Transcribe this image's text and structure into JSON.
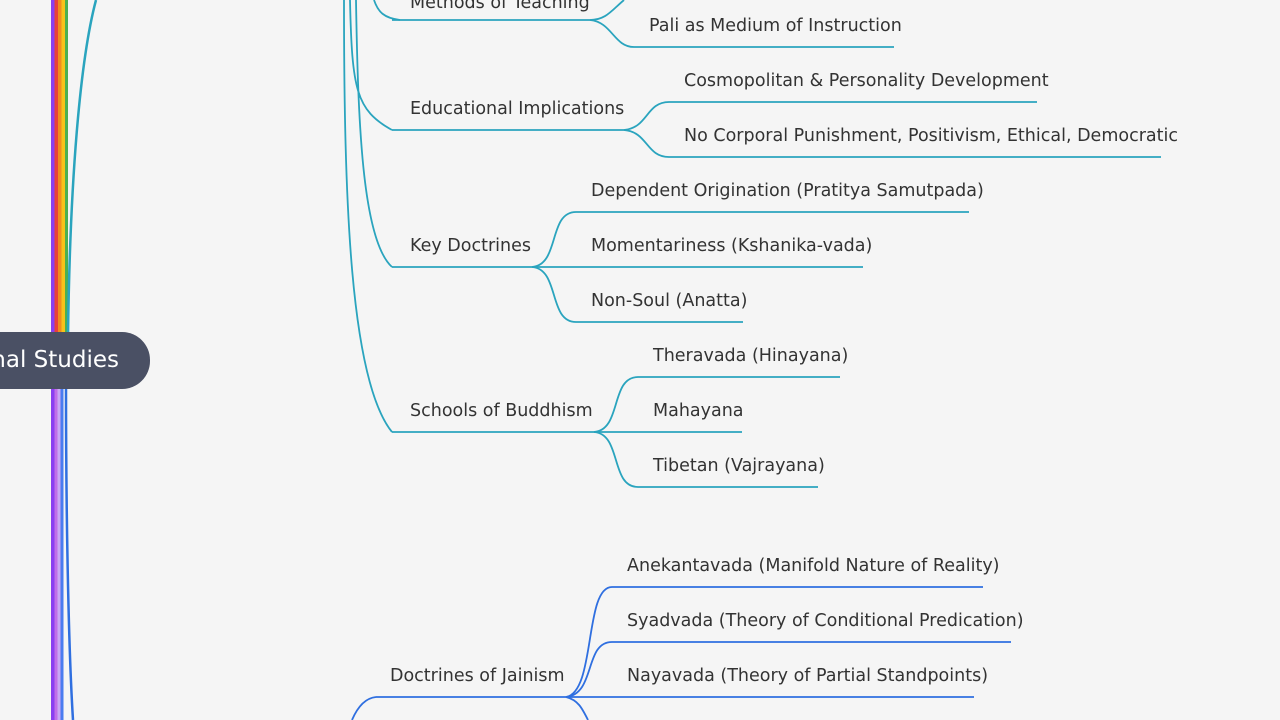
{
  "central": {
    "label": "nal Studies"
  },
  "nodes": {
    "methods_of_teaching": "Methods of Teaching",
    "pali_medium": "Pali as Medium of Instruction",
    "educational_implications": "Educational Implications",
    "cosmopolitan": "Cosmopolitan & Personality Development",
    "no_corporal": "No Corporal Punishment, Positivism, Ethical, Democratic",
    "key_doctrines": "Key Doctrines",
    "dependent_origination": "Dependent Origination (Pratitya Samutpada)",
    "momentariness": "Momentariness (Kshanika-vada)",
    "non_soul": "Non-Soul (Anatta)",
    "schools_of_buddhism": "Schools of Buddhism",
    "theravada": "Theravada (Hinayana)",
    "mahayana": "Mahayana",
    "tibetan": "Tibetan (Vajrayana)",
    "doctrines_of_jainism": "Doctrines of Jainism",
    "anekantavada": "Anekantavada (Manifold Nature of Reality)",
    "syadvada": "Syadvada (Theory of Conditional Predication)",
    "nayavada": "Nayavada (Theory of Partial Standpoints)"
  },
  "colors": {
    "background": "#f5f5f5",
    "central_fill": "#4a5064",
    "central_text": "#ffffff",
    "node_text": "#333333",
    "buddhism_branch": "#2aa4be",
    "jainism_branch": "#2f6fe0",
    "rainbow": [
      "#e8403a",
      "#f08c1e",
      "#f7c21a",
      "#4caf50",
      "#8a3ff0",
      "#c06ee8",
      "#4a7cf0"
    ]
  }
}
